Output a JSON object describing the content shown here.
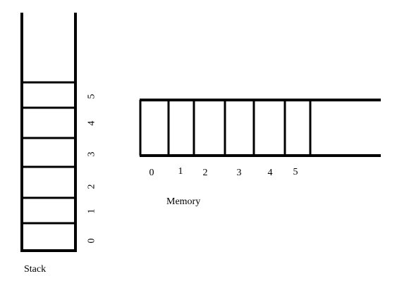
{
  "stack": {
    "label": "Stack",
    "slot_labels": [
      "0",
      "1",
      "2",
      "3",
      "4",
      "5"
    ]
  },
  "memory": {
    "label": "Memory",
    "cell_labels": [
      "0",
      "1",
      "2",
      "3",
      "4",
      "5"
    ]
  },
  "colors": {
    "stroke": "#000000",
    "background": "#ffffff"
  }
}
